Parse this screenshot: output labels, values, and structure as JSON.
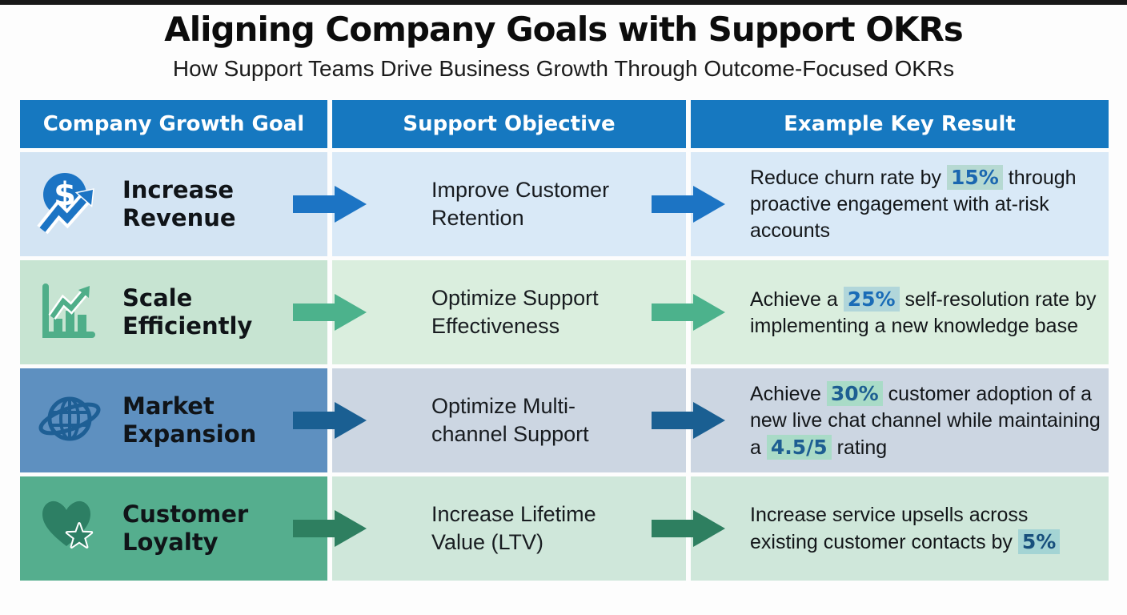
{
  "page": {
    "title": "Aligning Company Goals with Support OKRs",
    "subtitle": "How Support Teams Drive Business Growth Through Outcome-Focused OKRs"
  },
  "table": {
    "headers": [
      "Company Growth Goal",
      "Support Objective",
      "Example Key Result"
    ],
    "rows": [
      {
        "icon": "dollar-growth-icon",
        "goal_line1": "Increase",
        "goal_line2": "Revenue",
        "objective": "Improve Customer Retention",
        "kr_pre": "Reduce churn rate by ",
        "kr_highlight": "15%",
        "kr_post": " through proactive engagement with at-risk accounts"
      },
      {
        "icon": "bar-chart-growth-icon",
        "goal_line1": "Scale",
        "goal_line2": "Efficiently",
        "objective": "Optimize Support Effectiveness",
        "kr_pre": "Achieve a ",
        "kr_highlight": "25%",
        "kr_post": " self-resolution rate by implementing a new knowledge base"
      },
      {
        "icon": "globe-orbit-icon",
        "goal_line1": "Market",
        "goal_line2": "Expansion",
        "objective": "Optimize Multi-channel Support",
        "kr_pre": "Achieve ",
        "kr_highlight": "30%",
        "kr_mid": " customer adoption of a new live chat channel while maintaining a ",
        "kr_highlight2": "4.5/5",
        "kr_post": " rating"
      },
      {
        "icon": "heart-star-icon",
        "goal_line1": "Customer",
        "goal_line2": "Loyalty",
        "objective": "Increase Lifetime Value (LTV)",
        "kr_pre": "Increase service upsells across existing customer contacts by ",
        "kr_highlight": "5%",
        "kr_post": ""
      }
    ]
  },
  "colors": {
    "header_bg": "#1678c0",
    "row1_accent": "#1c74c4",
    "row1_bg": "#d3e4f3",
    "row1_bg_light": "#d9e9f7",
    "row2_accent": "#4cb28c",
    "row2_bg": "#c7e4d2",
    "row2_bg_light": "#daeede",
    "row3_accent": "#1a5f92",
    "row3_bg": "#5e90c0",
    "row3_bg_light": "#ccd6e2",
    "row4_accent": "#2e7f60",
    "row4_bg": "#55ae8e",
    "row4_bg_light": "#cfe7da",
    "highlight1_bg": "#b6d9d2",
    "highlight1_text": "#1b67b0",
    "highlight2_bg": "#b1d6da",
    "highlight2_text": "#1a6cb7",
    "highlight3_bg": "#a9dbc7",
    "highlight3_text": "#1d5e92",
    "highlight4_bg": "#a4d4d4",
    "highlight4_text": "#174f7c"
  }
}
